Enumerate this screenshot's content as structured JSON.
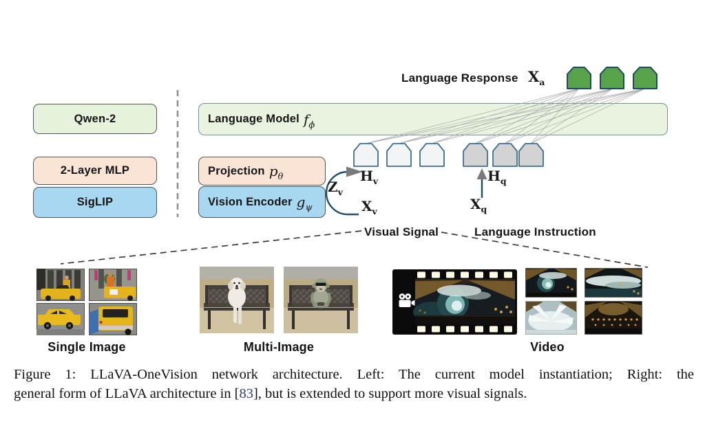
{
  "left_stack": {
    "llm": "Qwen-2",
    "projector": "2-Layer MLP",
    "encoder": "SigLIP"
  },
  "right_stack": {
    "language_model": {
      "label": "Language Model",
      "var": "f",
      "sub": "ϕ"
    },
    "projection": {
      "label": "Projection",
      "var": "p",
      "sub": "θ"
    },
    "vision_encoder": {
      "label": "Vision Encoder",
      "var": "g",
      "sub": "ψ"
    }
  },
  "annotations": {
    "language_response": "Language Response",
    "xa": {
      "var": "X",
      "sub": "a"
    },
    "hv": {
      "var": "H",
      "sub": "v"
    },
    "zv": {
      "var": "Z",
      "sub": "v"
    },
    "xv": {
      "var": "X",
      "sub": "v"
    },
    "hq": {
      "var": "H",
      "sub": "q"
    },
    "xq": {
      "var": "X",
      "sub": "q"
    },
    "visual_signal": "Visual Signal",
    "language_instruction": "Language Instruction"
  },
  "tokens": {
    "visual_count": 3,
    "text_count": 3,
    "response_count": 3
  },
  "modalities": {
    "single": "Single Image",
    "multi": "Multi-Image",
    "video": "Video"
  },
  "caption": {
    "line1": "Figure 1: LLaVA-OneVision network architecture. Left: The current model instantiation; Right: the",
    "line2_pre": "general form of LLaVA architecture in [",
    "cite": "83",
    "line2_post": "], but is extended to support more visual signals."
  },
  "colors": {
    "box_green": "#e7f2dd",
    "box_peach": "#f9e4d6",
    "box_blue": "#a7d7f1",
    "token_white": "#f2f5f5",
    "token_gray": "#d3d3d3",
    "token_green": "#58a24b",
    "token_border": "#3f6e8d",
    "token_green_border": "#1f4a5e",
    "flow_line": "#1e4d66",
    "arrow_head_gray": "#7a7a7a",
    "citation_blue": "#2a3990"
  }
}
